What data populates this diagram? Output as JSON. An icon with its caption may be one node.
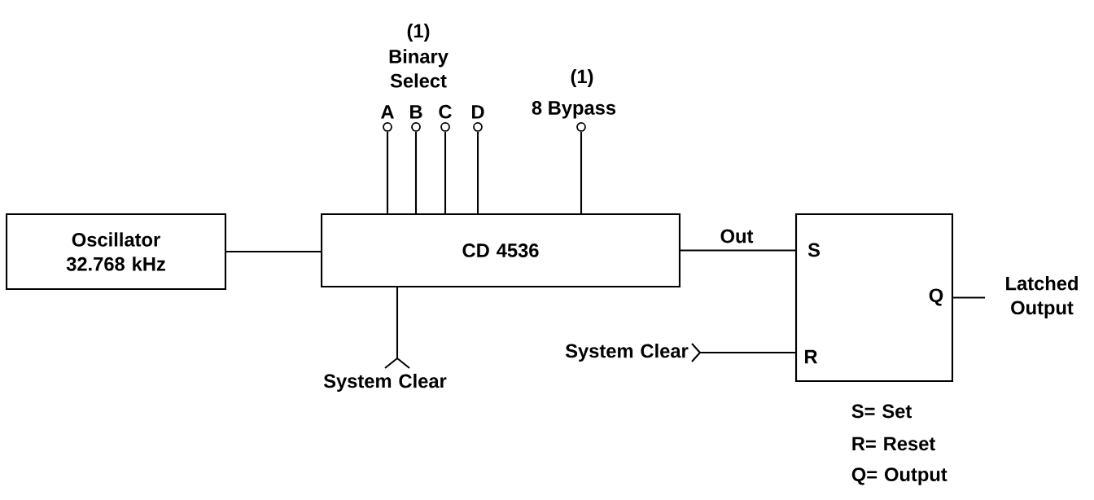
{
  "diagram": {
    "nodes": [
      {
        "text": [
          "Oscillator 32.768 kHz"
        ]
      },
      {
        "text": [
          "CD 4536"
        ]
      },
      {
        "text": [
          "S",
          "Q",
          "R"
        ]
      },
      {
        "text": [
          "A"
        ]
      },
      {
        "text": [
          "B"
        ]
      },
      {
        "text": [
          "C"
        ]
      },
      {
        "text": [
          "D"
        ]
      },
      {
        "text": [
          "8 Bypass"
        ]
      },
      {
        "text": [
          "System Clear"
        ]
      },
      {
        "text": [
          "System Clear"
        ]
      },
      {
        "text": [
          "Latched Output"
        ]
      }
    ],
    "edges": [
      {
        "from": 0,
        "to": 1,
        "arrow": "none"
      },
      {
        "from": 3,
        "to": 1,
        "arrow": "none"
      },
      {
        "from": 4,
        "to": 1,
        "arrow": "none"
      },
      {
        "from": 5,
        "to": 1,
        "arrow": "none"
      },
      {
        "from": 6,
        "to": 1,
        "arrow": "none"
      },
      {
        "from": 7,
        "to": 1,
        "arrow": "none"
      },
      {
        "from": 1,
        "to": 2,
        "arrow": "none",
        "label": "Out"
      },
      {
        "from": 8,
        "to": 1,
        "arrow": "other"
      },
      {
        "from": 9,
        "to": 2,
        "arrow": "other"
      },
      {
        "from": 2,
        "to": 10,
        "arrow": "none"
      }
    ],
    "labels": [
      "(1)",
      "Binary Select",
      "(1)",
      "S= Set",
      "R= Reset",
      "Q= Output"
    ]
  }
}
